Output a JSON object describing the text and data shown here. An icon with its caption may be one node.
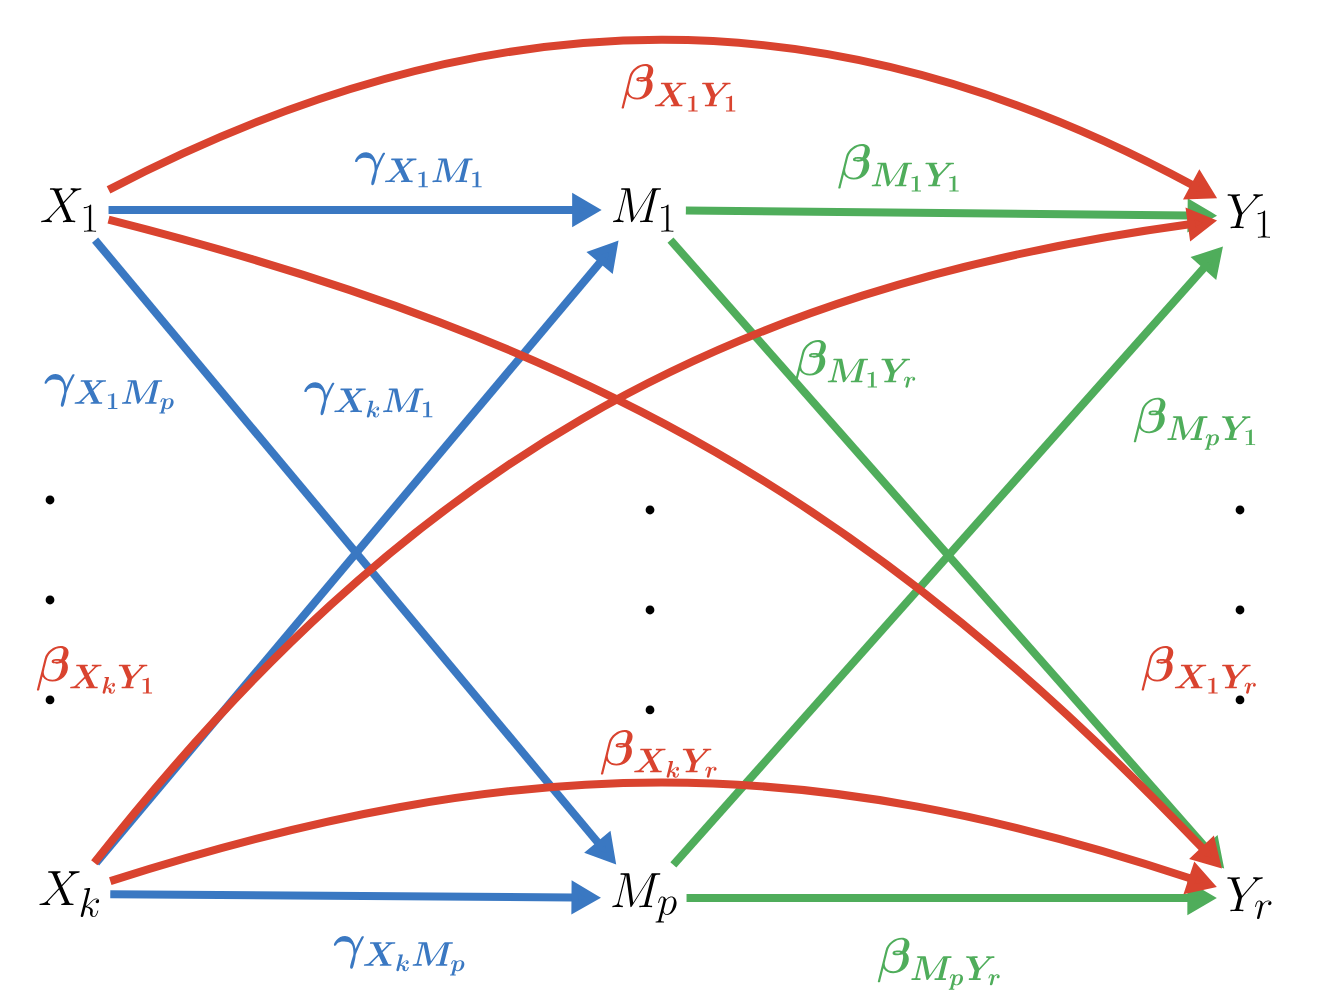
{
  "diagram": {
    "nodes": [
      {
        "text": [
          "X_1"
        ]
      },
      {
        "text": [
          "M_1"
        ]
      },
      {
        "text": [
          "Y_1"
        ]
      },
      {
        "text": [
          "X_k"
        ]
      },
      {
        "text": [
          "M_p"
        ]
      },
      {
        "text": [
          "Y_r"
        ]
      }
    ],
    "edges": [
      {
        "from": 0,
        "to": 1,
        "arrow": "to",
        "label": "\\gamma_{X_1M_1}",
        "color": "#3a78c2"
      },
      {
        "from": 0,
        "to": 4,
        "arrow": "to",
        "label": "\\gamma_{X_1M_p}",
        "color": "#3a78c2"
      },
      {
        "from": 3,
        "to": 1,
        "arrow": "to",
        "label": "\\gamma_{X_kM_1}",
        "color": "#3a78c2"
      },
      {
        "from": 3,
        "to": 4,
        "arrow": "to",
        "label": "\\gamma_{X_kM_p}",
        "color": "#3a78c2"
      },
      {
        "from": 1,
        "to": 2,
        "arrow": "to",
        "label": "\\beta_{M_1Y_1}",
        "color": "#4fad5b"
      },
      {
        "from": 1,
        "to": 5,
        "arrow": "to",
        "label": "\\beta_{M_1Y_r}",
        "color": "#4fad5b"
      },
      {
        "from": 4,
        "to": 2,
        "arrow": "to",
        "label": "\\beta_{M_pY_1}",
        "color": "#4fad5b"
      },
      {
        "from": 4,
        "to": 5,
        "arrow": "to",
        "label": "\\beta_{M_pY_r}",
        "color": "#4fad5b"
      },
      {
        "from": 0,
        "to": 2,
        "arrow": "to",
        "label": "\\beta_{X_1Y_1}",
        "color": "#d9432f"
      },
      {
        "from": 0,
        "to": 5,
        "arrow": "to",
        "label": "\\beta_{X_1Y_r}",
        "color": "#d9432f"
      },
      {
        "from": 3,
        "to": 2,
        "arrow": "to",
        "label": "\\beta_{X_kY_1}",
        "color": "#d9432f"
      },
      {
        "from": 3,
        "to": 5,
        "arrow": "to",
        "label": "\\beta_{X_kY_r}",
        "color": "#d9432f"
      }
    ]
  }
}
